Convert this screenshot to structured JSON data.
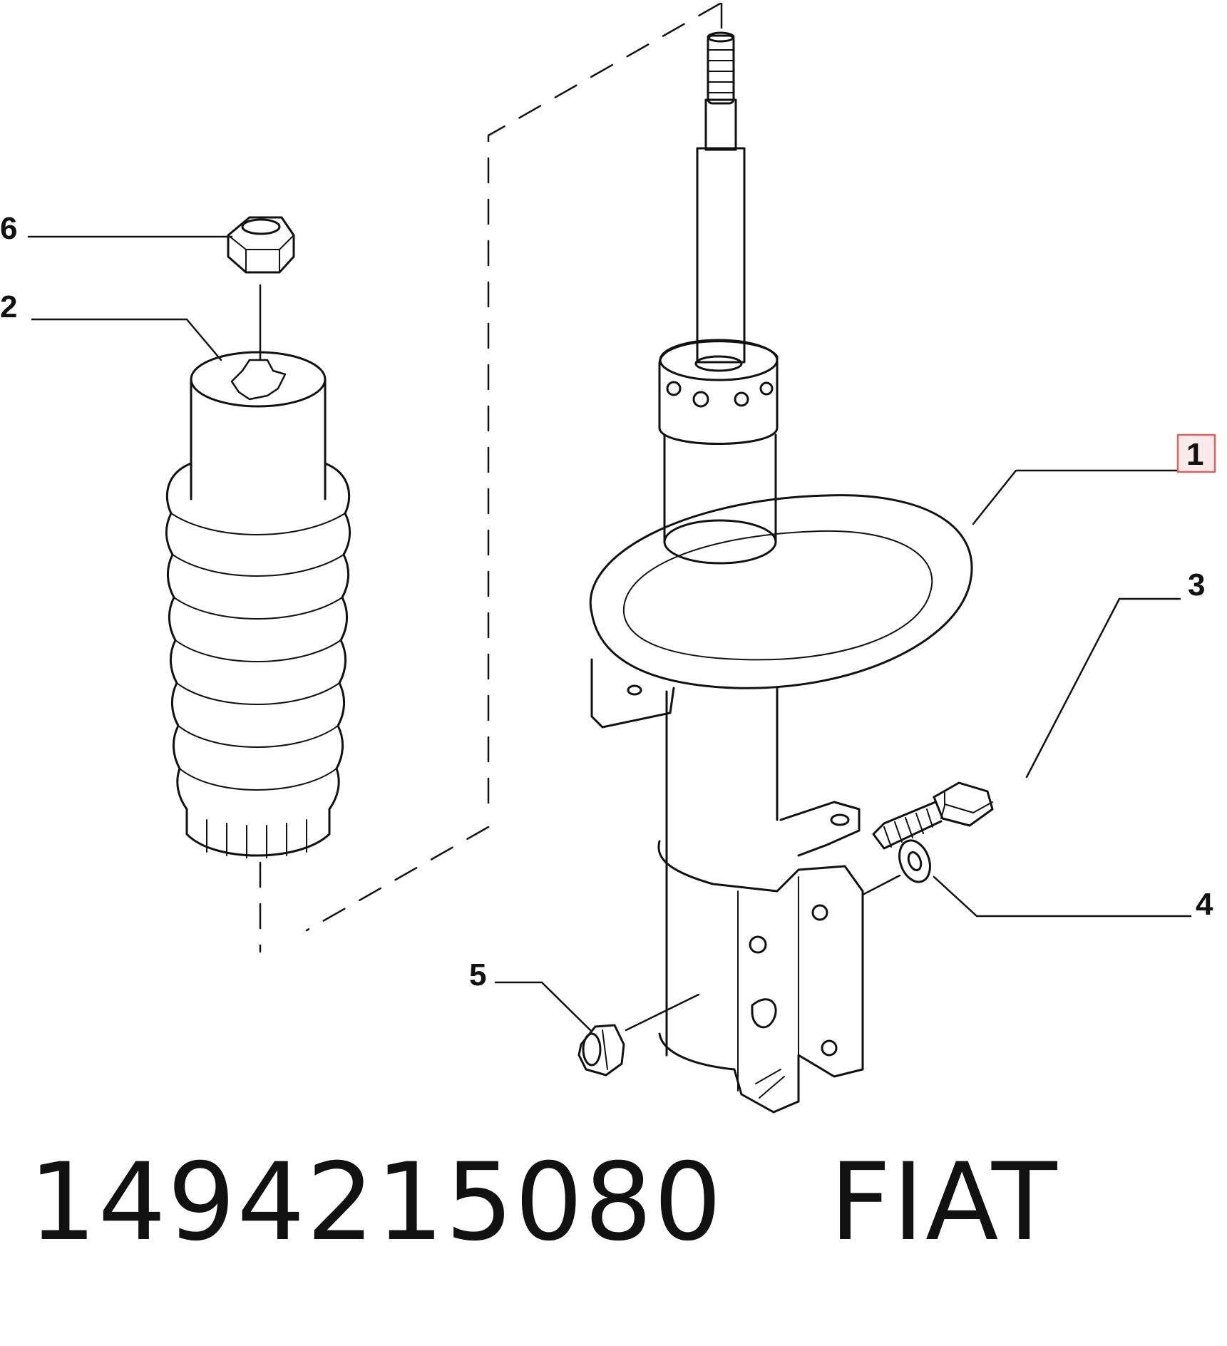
{
  "callouts": {
    "part_1": "1",
    "part_2": "2",
    "part_3": "3",
    "part_4": "4",
    "part_5": "5",
    "part_6": "6"
  },
  "caption": {
    "part_number": "1494215080",
    "brand": "FIAT"
  },
  "colors": {
    "ink": "#111111",
    "highlight": "#e06060"
  }
}
